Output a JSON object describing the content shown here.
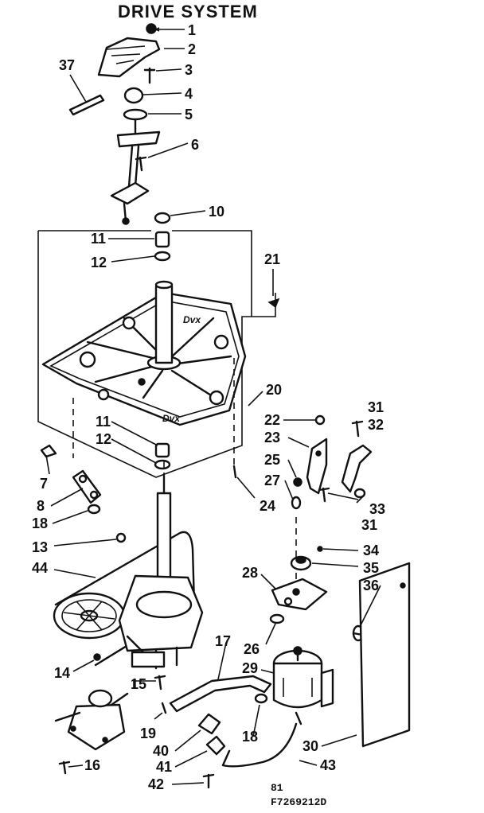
{
  "title": "DRIVE SYSTEM",
  "footer": {
    "line1": "81",
    "line2": "F7269212D"
  },
  "embossed": [
    "Dvx",
    "Dvx"
  ],
  "callouts": [
    "1",
    "2",
    "3",
    "4",
    "5",
    "6",
    "37",
    "10",
    "11",
    "12",
    "21",
    "20",
    "11",
    "12",
    "22",
    "23",
    "31",
    "32",
    "7",
    "25",
    "27",
    "8",
    "24",
    "33",
    "31",
    "18",
    "13",
    "44",
    "34",
    "35",
    "28",
    "36",
    "26",
    "14",
    "15",
    "17",
    "29",
    "19",
    "18",
    "40",
    "41",
    "42",
    "16",
    "43",
    "30"
  ]
}
